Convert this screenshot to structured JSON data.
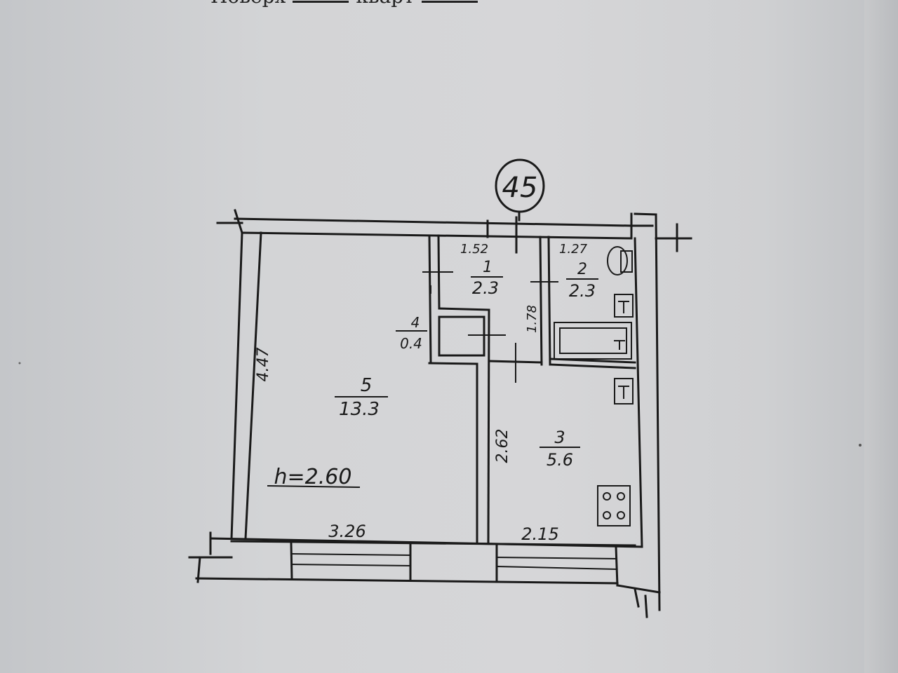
{
  "header": {
    "caption_start": "Поверх",
    "caption_mid": "кварт"
  },
  "plan": {
    "apartment_number": "45",
    "ceiling_height": "h=2.60",
    "rooms": [
      {
        "id": "1",
        "area": "2.3"
      },
      {
        "id": "2",
        "area": "2.3"
      },
      {
        "id": "3",
        "area": "5.6"
      },
      {
        "id": "4",
        "area": "0.4"
      },
      {
        "id": "5",
        "area": "13.3"
      }
    ],
    "dimensions": {
      "room5_height": "4.47",
      "room5_width": "3.26",
      "room3_height": "2.62",
      "room3_width": "2.15",
      "hall_width": "1.52",
      "bath_width": "1.27",
      "hall_depth": "1.78"
    }
  },
  "colors": {
    "ink": "#1a1a1a",
    "paper": "#d3d4d6"
  }
}
